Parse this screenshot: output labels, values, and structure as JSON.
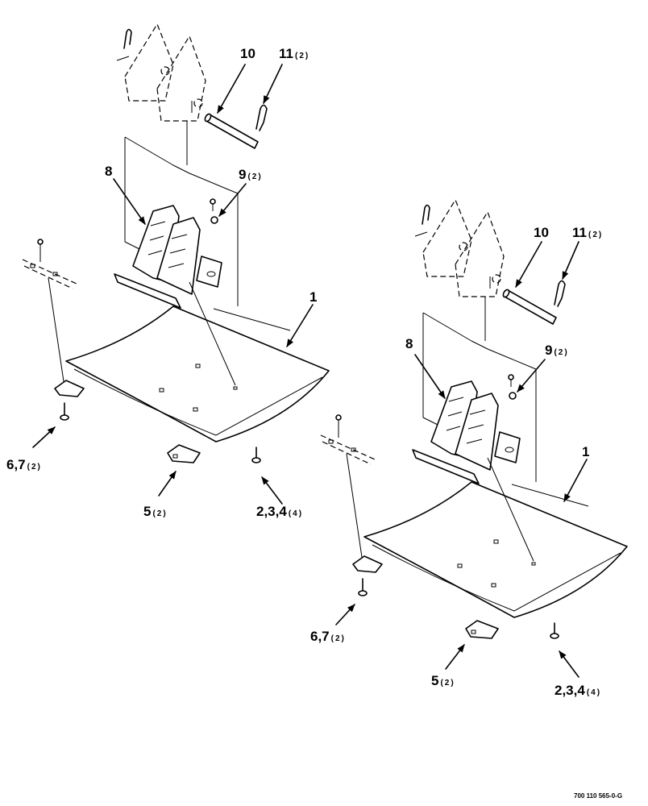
{
  "figure_id": "700 110 565-0-G",
  "views": [
    {
      "callouts": [
        {
          "num": "10",
          "qty": ""
        },
        {
          "num": "11",
          "qty": "(2)"
        },
        {
          "num": "8",
          "qty": ""
        },
        {
          "num": "9",
          "qty": "(2)"
        },
        {
          "num": "1",
          "qty": ""
        },
        {
          "num": "6,7",
          "qty": "(2)"
        },
        {
          "num": "5",
          "qty": "(2)"
        },
        {
          "num": "2,3,4",
          "qty": "(4)"
        }
      ]
    },
    {
      "callouts": [
        {
          "num": "10",
          "qty": ""
        },
        {
          "num": "11",
          "qty": "(2)"
        },
        {
          "num": "8",
          "qty": ""
        },
        {
          "num": "9",
          "qty": "(2)"
        },
        {
          "num": "1",
          "qty": ""
        },
        {
          "num": "6,7",
          "qty": "(2)"
        },
        {
          "num": "5",
          "qty": "(2)"
        },
        {
          "num": "2,3,4",
          "qty": "(4)"
        }
      ]
    }
  ]
}
